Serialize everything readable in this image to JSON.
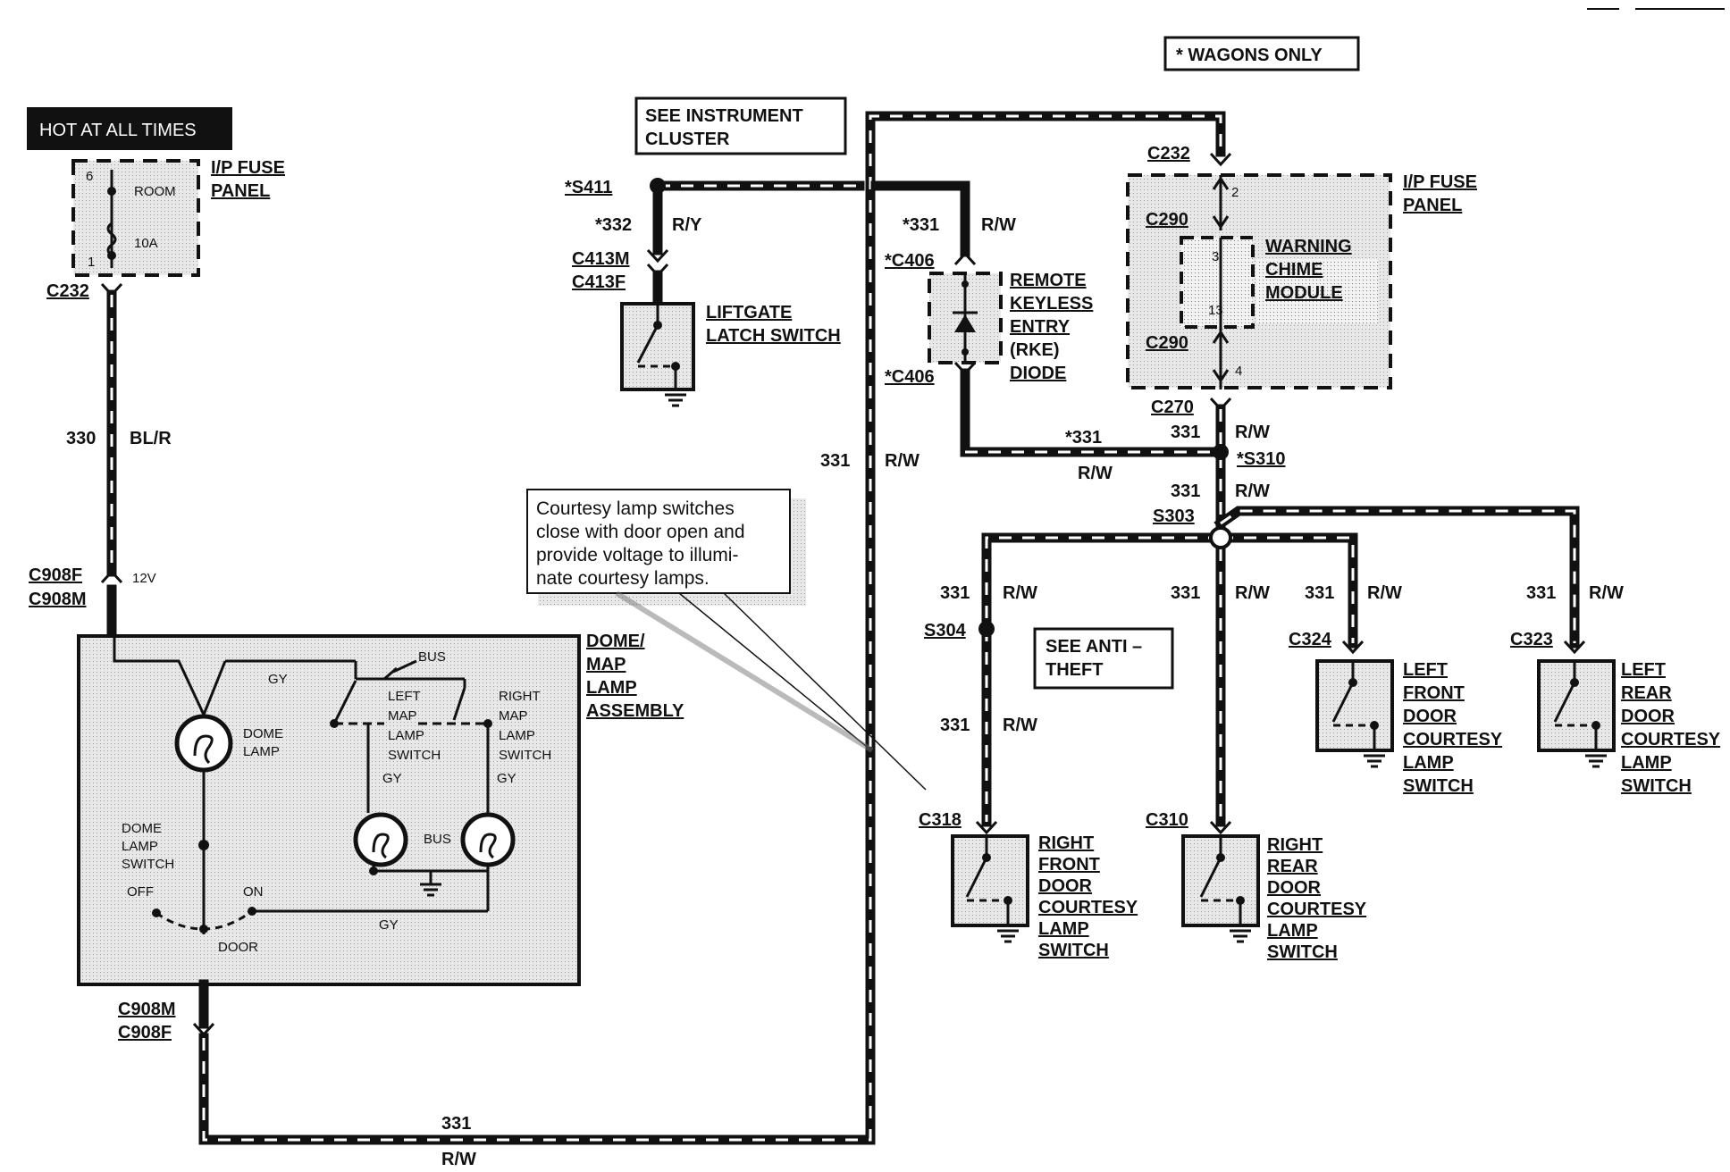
{
  "header": {
    "hot_label": "HOT AT ALL TIMES",
    "wagons_label": "* WAGONS ONLY"
  },
  "fuse_left": {
    "name_l1": "I/P FUSE",
    "name_l2": "PANEL",
    "pin_top": "6",
    "pin_bottom": "1",
    "room": "ROOM",
    "rating": "10A",
    "connector": "C232"
  },
  "wire_330": {
    "circuit": "330",
    "color": "BL/R"
  },
  "c908_top": {
    "f": "C908F",
    "m": "C908M",
    "volt": "12V"
  },
  "dome_assembly": {
    "title_l1": "DOME/",
    "title_l2": "MAP",
    "title_l3": "LAMP",
    "title_l4": "ASSEMBLY",
    "gy": "GY",
    "bus": "BUS",
    "dome_lamp_l1": "DOME",
    "dome_lamp_l2": "LAMP",
    "left_map_l1": "LEFT",
    "left_map_l2": "MAP",
    "left_map_l3": "LAMP",
    "left_map_l4": "SWITCH",
    "right_map_l1": "RIGHT",
    "right_map_l2": "MAP",
    "right_map_l3": "LAMP",
    "right_map_l4": "SWITCH",
    "dome_switch_l1": "DOME",
    "dome_switch_l2": "LAMP",
    "dome_switch_l3": "SWITCH",
    "off": "OFF",
    "on": "ON",
    "door": "DOOR"
  },
  "c908_bottom": {
    "m": "C908M",
    "f": "C908F"
  },
  "bottom_wire": {
    "circuit": "331",
    "color": "R/W"
  },
  "instrument": {
    "l1": "SEE INSTRUMENT",
    "l2": "CLUSTER"
  },
  "liftgate": {
    "splice": "*S411",
    "circuit": "*332",
    "color": "R/Y",
    "c_m": "C413M",
    "c_f": "C413F",
    "name_l1": "LIFTGATE",
    "name_l2": "LATCH SWITCH"
  },
  "vertical_331": {
    "circuit": "331",
    "color": "R/W"
  },
  "rke": {
    "circuit": "*331",
    "color": "R/W",
    "c_top": "*C406",
    "c_bottom": "*C406",
    "name_l1": "REMOTE",
    "name_l2": "KEYLESS",
    "name_l3": "ENTRY",
    "name_l4": "(RKE)",
    "name_l5": "DIODE",
    "lower_circuit": "*331",
    "lower_color": "R/W"
  },
  "fuse_right": {
    "c232": "C232",
    "name_l1": "I/P FUSE",
    "name_l2": "PANEL",
    "c290_top": "C290",
    "c290_bottom": "C290",
    "pin2": "2",
    "pin3": "3",
    "pin13": "13",
    "pin4": "4",
    "chime_l1": "WARNING",
    "chime_l2": "CHIME",
    "chime_l3": "MODULE",
    "c270": "C270"
  },
  "trunk": {
    "circuit_a": "331",
    "color_a": "R/W",
    "splice_s310": "*S310",
    "circuit_b": "331",
    "color_b": "R/W",
    "splice_s303": "S303"
  },
  "note": {
    "l1": "Courtesy lamp switches",
    "l2": "close with door open and",
    "l3": "provide voltage to illumi-",
    "l4": "nate courtesy lamps."
  },
  "right_front": {
    "circuit_a": "331",
    "color_a": "R/W",
    "splice": "S304",
    "circuit_b": "331",
    "color_b": "R/W",
    "connector": "C318",
    "name_l1": "RIGHT",
    "name_l2": "FRONT",
    "name_l3": "DOOR",
    "name_l4": "COURTESY",
    "name_l5": "LAMP",
    "name_l6": "SWITCH"
  },
  "anti_theft": {
    "l1": "SEE ANTI –",
    "l2": "THEFT"
  },
  "right_rear": {
    "circuit": "331",
    "color": "R/W",
    "connector": "C310",
    "name_l1": "RIGHT",
    "name_l2": "REAR",
    "name_l3": "DOOR",
    "name_l4": "COURTESY",
    "name_l5": "LAMP",
    "name_l6": "SWITCH"
  },
  "left_front": {
    "circuit": "331",
    "color": "R/W",
    "connector": "C324",
    "name_l1": "LEFT",
    "name_l2": "FRONT",
    "name_l3": "DOOR",
    "name_l4": "COURTESY",
    "name_l5": "LAMP",
    "name_l6": "SWITCH"
  },
  "left_rear": {
    "circuit": "331",
    "color": "R/W",
    "connector": "C323",
    "name_l1": "LEFT",
    "name_l2": "REAR",
    "name_l3": "DOOR",
    "name_l4": "COURTESY",
    "name_l5": "LAMP",
    "name_l6": "SWITCH"
  }
}
